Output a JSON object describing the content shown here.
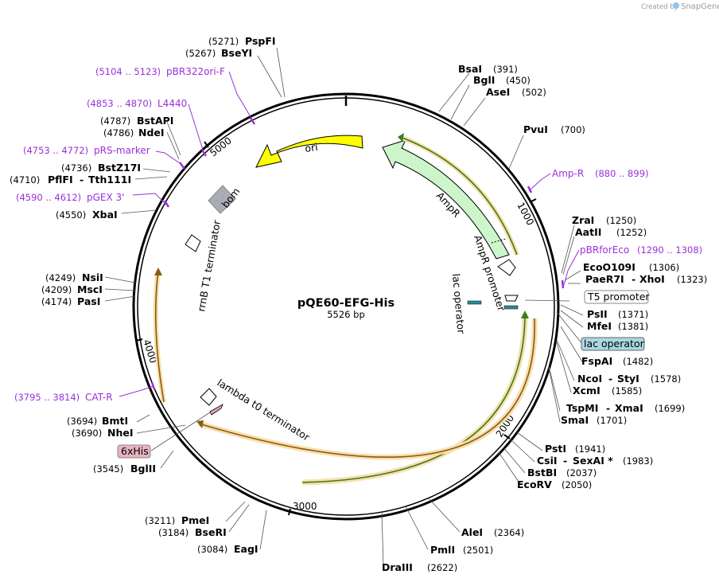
{
  "credit": {
    "prefix": "Created by",
    "brand": "SnapGene"
  },
  "plasmid": {
    "name": "pQE60-EFG-His",
    "size_label": "5526 bp",
    "length": 5526
  },
  "ticks": [
    {
      "pos": 1000,
      "label": "1000"
    },
    {
      "pos": 2000,
      "label": "2000"
    },
    {
      "pos": 3000,
      "label": "3000"
    },
    {
      "pos": 4000,
      "label": "4000"
    },
    {
      "pos": 5000,
      "label": "5000"
    }
  ],
  "sites": [
    {
      "label": "PspFI",
      "num": "(5271)"
    },
    {
      "label": "BseYI",
      "num": "(5267)"
    },
    {
      "label": "BsaI",
      "num": "(391)"
    },
    {
      "label": "BglI",
      "num": "(450)"
    },
    {
      "label": "AseI",
      "num": "(502)"
    },
    {
      "label": "PvuI",
      "num": "(700)"
    },
    {
      "label": "ZraI",
      "num": "(1250)"
    },
    {
      "label": "AatII",
      "num": "(1252)"
    },
    {
      "label": "EcoO109I",
      "num": "(1306)"
    },
    {
      "label": "PaeR7I",
      "label2": "XhoI",
      "num": "(1323)"
    },
    {
      "label": "PsII",
      "num": "(1371)"
    },
    {
      "label": "MfeI",
      "num": "(1381)"
    },
    {
      "label": "FspAI",
      "num": "(1482)"
    },
    {
      "label": "NcoI",
      "label2": "StyI",
      "num": "(1578)"
    },
    {
      "label": "XcmI",
      "num": "(1585)"
    },
    {
      "label": "TspMI",
      "label2": "XmaI",
      "num": "(1699)"
    },
    {
      "label": "SmaI",
      "num": "(1701)"
    },
    {
      "label": "PstI",
      "num": "(1941)"
    },
    {
      "label": "CsiI",
      "label2": "SexAI *",
      "num": "(1983)"
    },
    {
      "label": "BstBI",
      "num": "(2037)"
    },
    {
      "label": "EcoRV",
      "num": "(2050)"
    },
    {
      "label": "AleI",
      "num": "(2364)"
    },
    {
      "label": "PmlI",
      "num": "(2501)"
    },
    {
      "label": "DraIII",
      "num": "(2622)"
    },
    {
      "label": "EagI",
      "num": "(3084)"
    },
    {
      "label": "BseRI",
      "num": "(3184)"
    },
    {
      "label": "PmeI",
      "num": "(3211)"
    },
    {
      "label": "BglII",
      "num": "(3545)"
    },
    {
      "label": "NheI",
      "num": "(3690)"
    },
    {
      "label": "BmtI",
      "num": "(3694)"
    },
    {
      "label": "XbaI",
      "num": "(4550)"
    },
    {
      "label": "PflFI",
      "label2": "Tth111I",
      "num": "(4710)"
    },
    {
      "label": "BstZ17I",
      "num": "(4736)"
    },
    {
      "label": "NdeI",
      "num": "(4786)"
    },
    {
      "label": "BstAPI",
      "num": "(4787)"
    },
    {
      "label": "PasI",
      "num": "(4174)"
    },
    {
      "label": "MscI",
      "num": "(4209)"
    },
    {
      "label": "NsiI",
      "num": "(4249)"
    }
  ],
  "primers": [
    {
      "label": "pBR322ori-F",
      "range": "(5104 .. 5123)"
    },
    {
      "label": "L4440",
      "range": "(4853 .. 4870)"
    },
    {
      "label": "pRS-marker",
      "range": "(4753 .. 4772)"
    },
    {
      "label": "pGEX 3'",
      "range": "(4590 .. 4612)"
    },
    {
      "label": "Amp-R",
      "range": "(880 .. 899)"
    },
    {
      "label": "pBRforEco",
      "range": "(1290 .. 1308)"
    },
    {
      "label": "CAT-R",
      "range": "(3795 .. 3814)"
    }
  ],
  "features": [
    {
      "label": "ori",
      "color": "#ffff00"
    },
    {
      "label": "AmpR",
      "color": "#ccf5cc"
    },
    {
      "label": "AmpR promoter",
      "color": "#ffffff"
    },
    {
      "label": "bom",
      "color": "#a9adb3"
    },
    {
      "label": "rrnB T1 terminator",
      "color": "#ffffff"
    },
    {
      "label": "lambda t0 terminator",
      "color": "#ffffff"
    },
    {
      "label": "lac operator",
      "color": "#2a8a9c"
    },
    {
      "label": "T5 promoter",
      "color": "#ffffff"
    },
    {
      "label": "6xHis",
      "color": "#e8a0b4"
    }
  ],
  "boxed_labels": [
    {
      "label": "T5 promoter",
      "color": "#ffffff"
    },
    {
      "label": "lac operator",
      "color": "#a8d8e0"
    },
    {
      "label": "6xHis",
      "color": "#e8b4c2"
    }
  ],
  "colors": {
    "primer": "#9b30d9",
    "orf_highlight": "#f8dfae",
    "orf_green": "#3a7d1a",
    "orf_orange": "#8a5a12"
  }
}
